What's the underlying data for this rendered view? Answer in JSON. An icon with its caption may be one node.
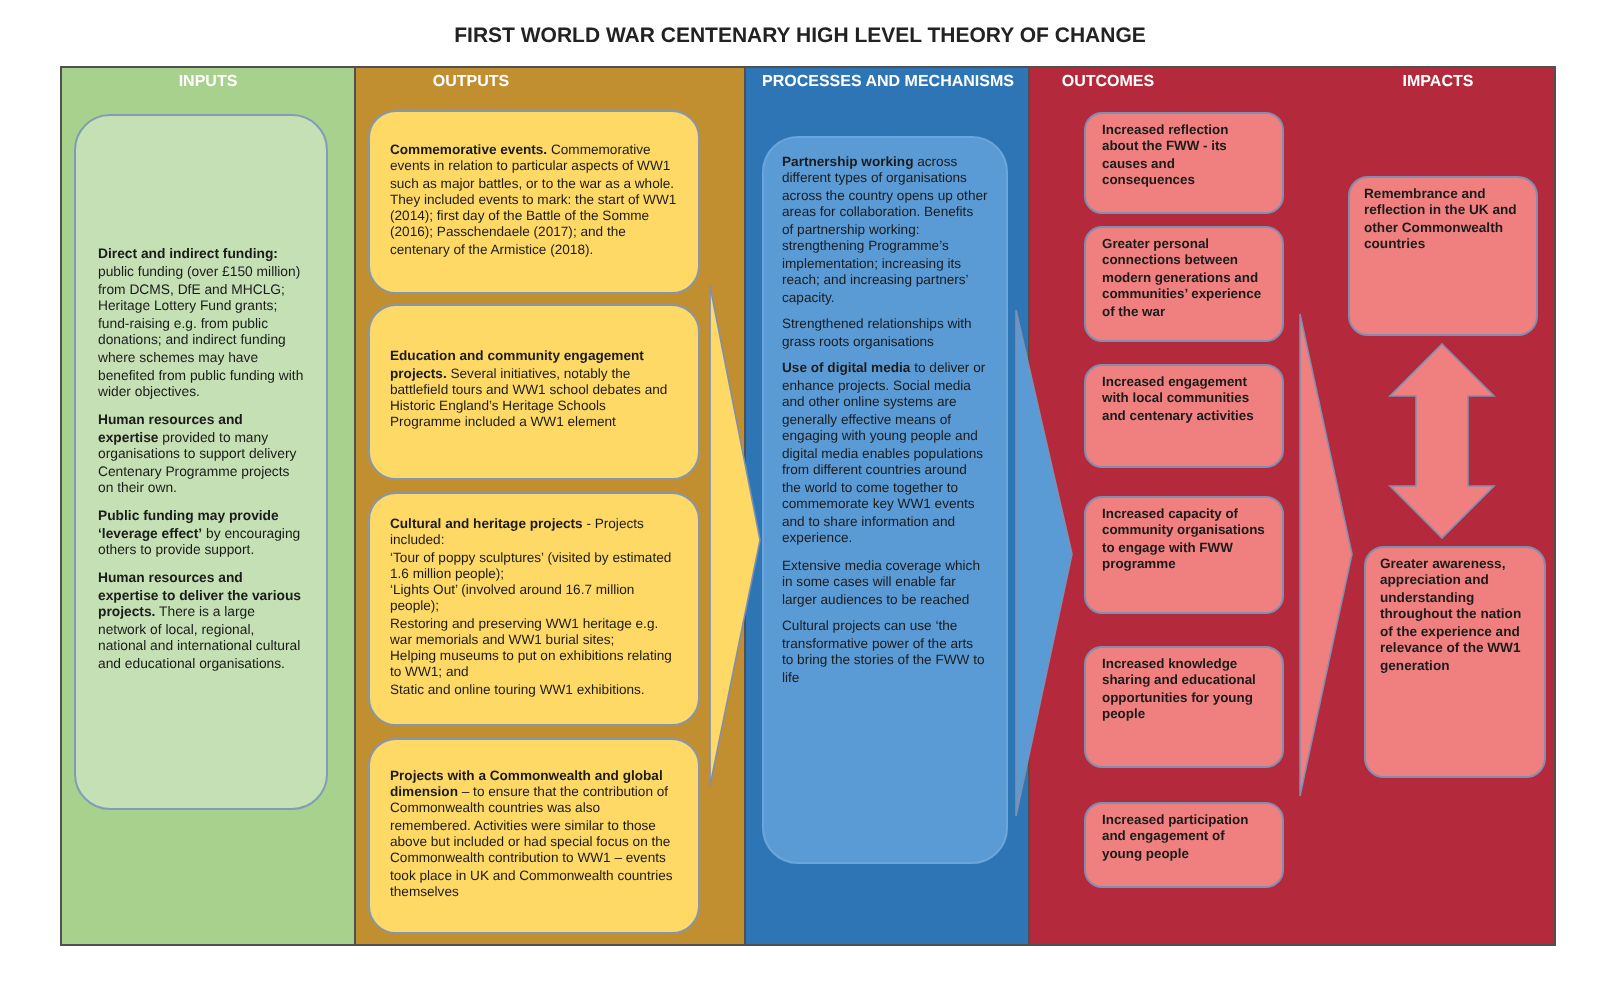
{
  "diagram": {
    "title": "FIRST WORLD WAR CENTENARY HIGH LEVEL THEORY OF CHANGE",
    "nodes": [
      {
        "text": [
          "INPUTS"
        ]
      },
      {
        "text": [
          "**Direct and indirect funding:** public funding (over £150 million) from DCMS, DfE and MHCLG; Heritage Lottery Fund grants; fund-raising e.g. from public donations; and indirect funding where schemes may have benefited from public funding with wider objectives.",
          "**Human resources and expertise** provided to many organisations to support delivery Centenary Programme projects on their own.",
          "**Public funding may provide ‘leverage effect’** by encouraging others to provide support.",
          "**Human resources and expertise to deliver the various projects.** There is a large network of local, regional, national and international cultural and educational organisations."
        ],
        "in": 0
      },
      {
        "text": [
          "OUTPUTS"
        ]
      },
      {
        "text": [
          "**Commemorative events.** Commemorative events in relation to particular aspects of WW1 such as major battles, or to the war as a whole. They included events to mark: the start of WW1 (2014); first day of the Battle of the Somme (2016); Passchendaele (2017); and the centenary of the Armistice (2018)."
        ],
        "in": 2
      },
      {
        "text": [
          "**Education and community engagement projects.** Several initiatives, notably the battlefield tours and WW1 school debates and Historic England’s Heritage Schools Programme included a WW1 element"
        ],
        "in": 2
      },
      {
        "text": [
          "**Cultural and heritage projects** - Projects included:",
          "‘Tour of poppy sculptures’ (visited by estimated 1.6 million people);",
          "‘Lights Out’ (involved around 16.7 million people);",
          "Restoring and preserving WW1 heritage e.g. war memorials and WW1 burial sites;",
          "Helping museums to put on exhibitions relating to WW1; and",
          "Static and online touring WW1 exhibitions."
        ],
        "in": 2
      },
      {
        "text": [
          "**Projects with a Commonwealth and global dimension** – to ensure that the contribution of Commonwealth countries was also remembered. Activities were similar to those above but included or had special focus on the Commonwealth contribution to WW1 – events took place in UK and Commonwealth countries themselves"
        ],
        "in": 2
      },
      {
        "text": [
          "PROCESSES AND MECHANISMS"
        ]
      },
      {
        "text": [
          "**Partnership working** across different types of organisations across the country opens up other areas for collaboration. Benefits of partnership working: strengthening Programme’s implementation; increasing its reach; and increasing partners’ capacity.",
          "Strengthened relationships with grass roots organisations",
          "**Use of digital media** to deliver or enhance projects. Social media and other online systems are generally effective means of engaging with young people and digital media enables populations from different countries around the world to come together to commemorate key WW1 events and to share information and experience.",
          "Extensive media coverage which in some cases will enable far larger audiences to be reached",
          "Cultural projects can use ‘the transformative power of the arts to bring the stories of the FWW to life"
        ],
        "in": 7
      },
      {
        "text": [
          "OUTCOMES"
        ]
      },
      {
        "text": [
          "Increased reflection about the FWW - its causes and consequences"
        ],
        "in": 9
      },
      {
        "text": [
          "Greater personal connections between modern generations and communities’ experience of the war"
        ],
        "in": 9
      },
      {
        "text": [
          "Increased engagement with local communities and centenary activities"
        ],
        "in": 9
      },
      {
        "text": [
          "Increased capacity of community organisations to engage with FWW programme"
        ],
        "in": 9
      },
      {
        "text": [
          "Increased knowledge sharing and educational opportunities for young people"
        ],
        "in": 9
      },
      {
        "text": [
          "Increased participation and engagement of young people"
        ],
        "in": 9
      },
      {
        "text": [
          "IMPACTS"
        ]
      },
      {
        "text": [
          "Remembrance and reflection in the UK and other Commonwealth countries"
        ],
        "in": 16
      },
      {
        "text": [
          "Greater awareness, appreciation and understanding throughout the nation of the experience and relevance of the WW1 generation"
        ],
        "in": 16
      }
    ],
    "edges": [
      {
        "from": 2,
        "to": 7,
        "arrow": "to",
        "color": "#ffd966"
      },
      {
        "from": 7,
        "to": 9,
        "arrow": "to",
        "color": "#5b9bd5"
      },
      {
        "from": 9,
        "to": 16,
        "arrow": "to"
      },
      {
        "from": 17,
        "to": 18,
        "arrow": "both"
      }
    ]
  }
}
